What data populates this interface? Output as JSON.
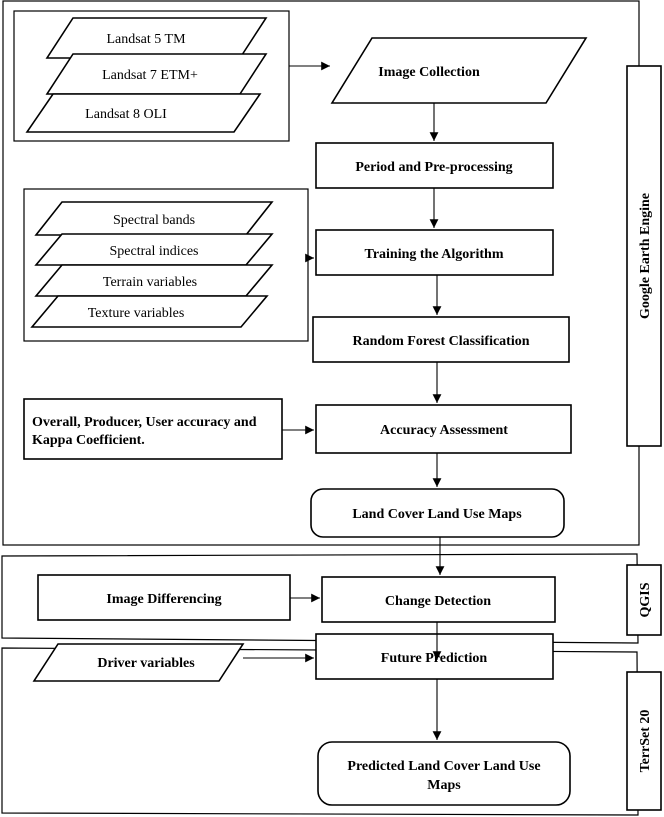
{
  "sections": {
    "gee": "Google Earth Engine",
    "qgis": "QGIS",
    "terrset": "TerrSet 20"
  },
  "inputs": {
    "sensors": [
      "Landsat 5 TM",
      "Landsat 7 ETM+",
      "Landsat 8 OLI"
    ],
    "variables": [
      "Spectral bands",
      "Spectral indices",
      "Terrain variables",
      "Texture variables"
    ],
    "accuracy_line1": "Overall, Producer, User accuracy and",
    "accuracy_line2": "Kappa Coefficient.",
    "image_differencing": "Image Differencing",
    "driver_variables": "Driver variables"
  },
  "steps": {
    "image_collection": "Image Collection",
    "preprocessing": "Period and Pre-processing",
    "training": "Training the Algorithm",
    "rf_classification": "Random Forest Classification",
    "accuracy_assessment": "Accuracy Assessment",
    "lulc_maps": "Land Cover Land Use Maps",
    "change_detection": "Change Detection",
    "future_prediction": "Future Prediction",
    "predicted_line1": "Predicted Land Cover Land Use",
    "predicted_line2": "Maps"
  }
}
